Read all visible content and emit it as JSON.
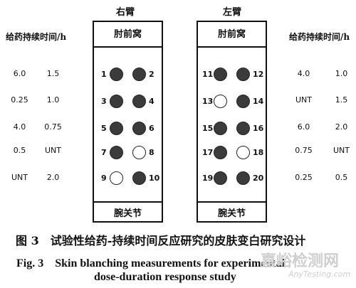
{
  "right_arm": {
    "title": "右臂",
    "top_label": "肘前窝",
    "bottom_label": "腕关节",
    "sites": [
      {
        "n": "1",
        "filled": true
      },
      {
        "n": "2",
        "filled": true
      },
      {
        "n": "3",
        "filled": true
      },
      {
        "n": "4",
        "filled": true
      },
      {
        "n": "5",
        "filled": true
      },
      {
        "n": "6",
        "filled": true
      },
      {
        "n": "7",
        "filled": true
      },
      {
        "n": "8",
        "filled": false
      },
      {
        "n": "9",
        "filled": false
      },
      {
        "n": "10",
        "filled": true
      }
    ]
  },
  "left_arm": {
    "title": "左臂",
    "top_label": "肘前窝",
    "bottom_label": "腕关节",
    "sites": [
      {
        "n": "11",
        "filled": true
      },
      {
        "n": "12",
        "filled": true
      },
      {
        "n": "13",
        "filled": false
      },
      {
        "n": "14",
        "filled": true
      },
      {
        "n": "15",
        "filled": true
      },
      {
        "n": "16",
        "filled": true
      },
      {
        "n": "17",
        "filled": true
      },
      {
        "n": "18",
        "filled": false
      },
      {
        "n": "19",
        "filled": true
      },
      {
        "n": "20",
        "filled": true
      }
    ]
  },
  "left_table": {
    "header": "给药持续时间/h",
    "rows": [
      [
        "6.0",
        "1.5"
      ],
      [
        "0.25",
        "1.0"
      ],
      [
        "4.0",
        "0.75"
      ],
      [
        "0.5",
        "UNT"
      ],
      [
        "UNT",
        "2.0"
      ]
    ]
  },
  "right_table": {
    "header": "给药持续时间/h",
    "rows": [
      [
        "4.0",
        "1.0"
      ],
      [
        "UNT",
        "1.5"
      ],
      [
        "6.0",
        "2.0"
      ],
      [
        "0.75",
        "UNT"
      ],
      [
        "0.25",
        "0.5"
      ]
    ]
  },
  "caption": {
    "cn": "图 3　试验性给药-持续时间反应研究的皮肤变白研究设计",
    "en_line1": "Fig. 3　Skin blanching measurements for experimental",
    "en_line2": "dose-duration response study"
  },
  "watermark": {
    "cn": "嘉峪检测网",
    "en": "AnyTesting.com"
  },
  "colors": {
    "filled": "#3b3b3b",
    "line": "#111111"
  }
}
